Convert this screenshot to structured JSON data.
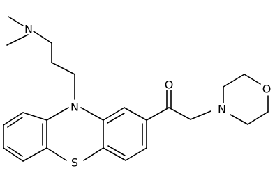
{
  "colors": {
    "background": "#ffffff",
    "bond": "#000000",
    "label": "#000000"
  },
  "atoms": [
    {
      "id": "n_amine",
      "symbol": "N"
    },
    {
      "id": "n_ring",
      "symbol": "N"
    },
    {
      "id": "s_ring",
      "symbol": "S"
    },
    {
      "id": "o_ketone",
      "symbol": "O"
    },
    {
      "id": "n_morph",
      "symbol": "N"
    },
    {
      "id": "o_morph",
      "symbol": "O"
    }
  ]
}
